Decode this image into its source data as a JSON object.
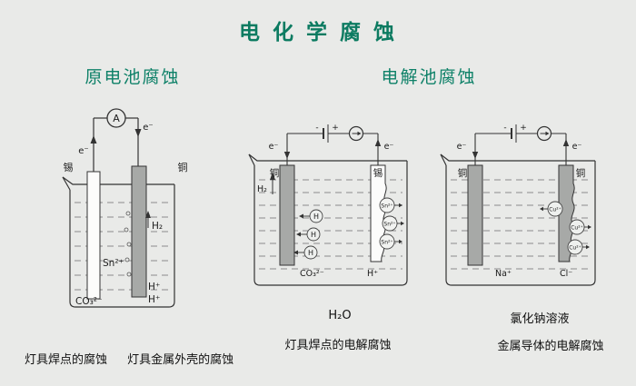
{
  "title": "电 化 学 腐 蚀",
  "sections": {
    "galvanic": "原电池腐蚀",
    "electrolytic": "电解池腐蚀"
  },
  "galvanic_cell": {
    "ammeter": "A",
    "electron_left": "e⁻",
    "electron_right": "e⁻",
    "left_electrode": "锡",
    "right_electrode": "铜",
    "hydrogen_gas": "H₂",
    "tin_ion": "Sn²⁺",
    "carbonate_ion": "CO₃²⁻",
    "hydrogen_ion_1": "H⁺",
    "hydrogen_ion_2": "H⁺",
    "caption_solder": "灯具焊点的腐蚀",
    "caption_shell": "灯具金属外壳的腐蚀"
  },
  "electrolysis_tin": {
    "battery_minus": "-",
    "battery_plus": "+",
    "electron_left": "e⁻",
    "electron_right": "e⁻",
    "left_electrode": "铜",
    "right_electrode": "锡",
    "hydrogen_gas": "H₂",
    "h_particles": [
      "H",
      "H",
      "H"
    ],
    "tin_ions": [
      "Sn²⁺",
      "Sn²⁺",
      "Sn²⁺"
    ],
    "carbonate_ion": "CO₃²⁻",
    "hydrogen_ion": "H⁺",
    "solution": "H₂O",
    "caption": "灯具焊点的电解腐蚀"
  },
  "electrolysis_copper": {
    "battery_minus": "-",
    "battery_plus": "+",
    "electron_left": "e⁻",
    "electron_right": "e⁻",
    "left_electrode": "铜",
    "right_electrode": "铜",
    "copper_ions": [
      "Cu²⁺",
      "Cu²⁺",
      "Cu²⁺"
    ],
    "sodium_ion": "Na⁺",
    "chloride_ion": "Cl⁻",
    "solution": "氯化钠溶液",
    "caption": "金属导体的电解腐蚀"
  },
  "colors": {
    "background": "#e9eae8",
    "heading_green": "#0c7b61",
    "diagram_line": "#333333",
    "electrode_gray": "#a7a9a7"
  }
}
